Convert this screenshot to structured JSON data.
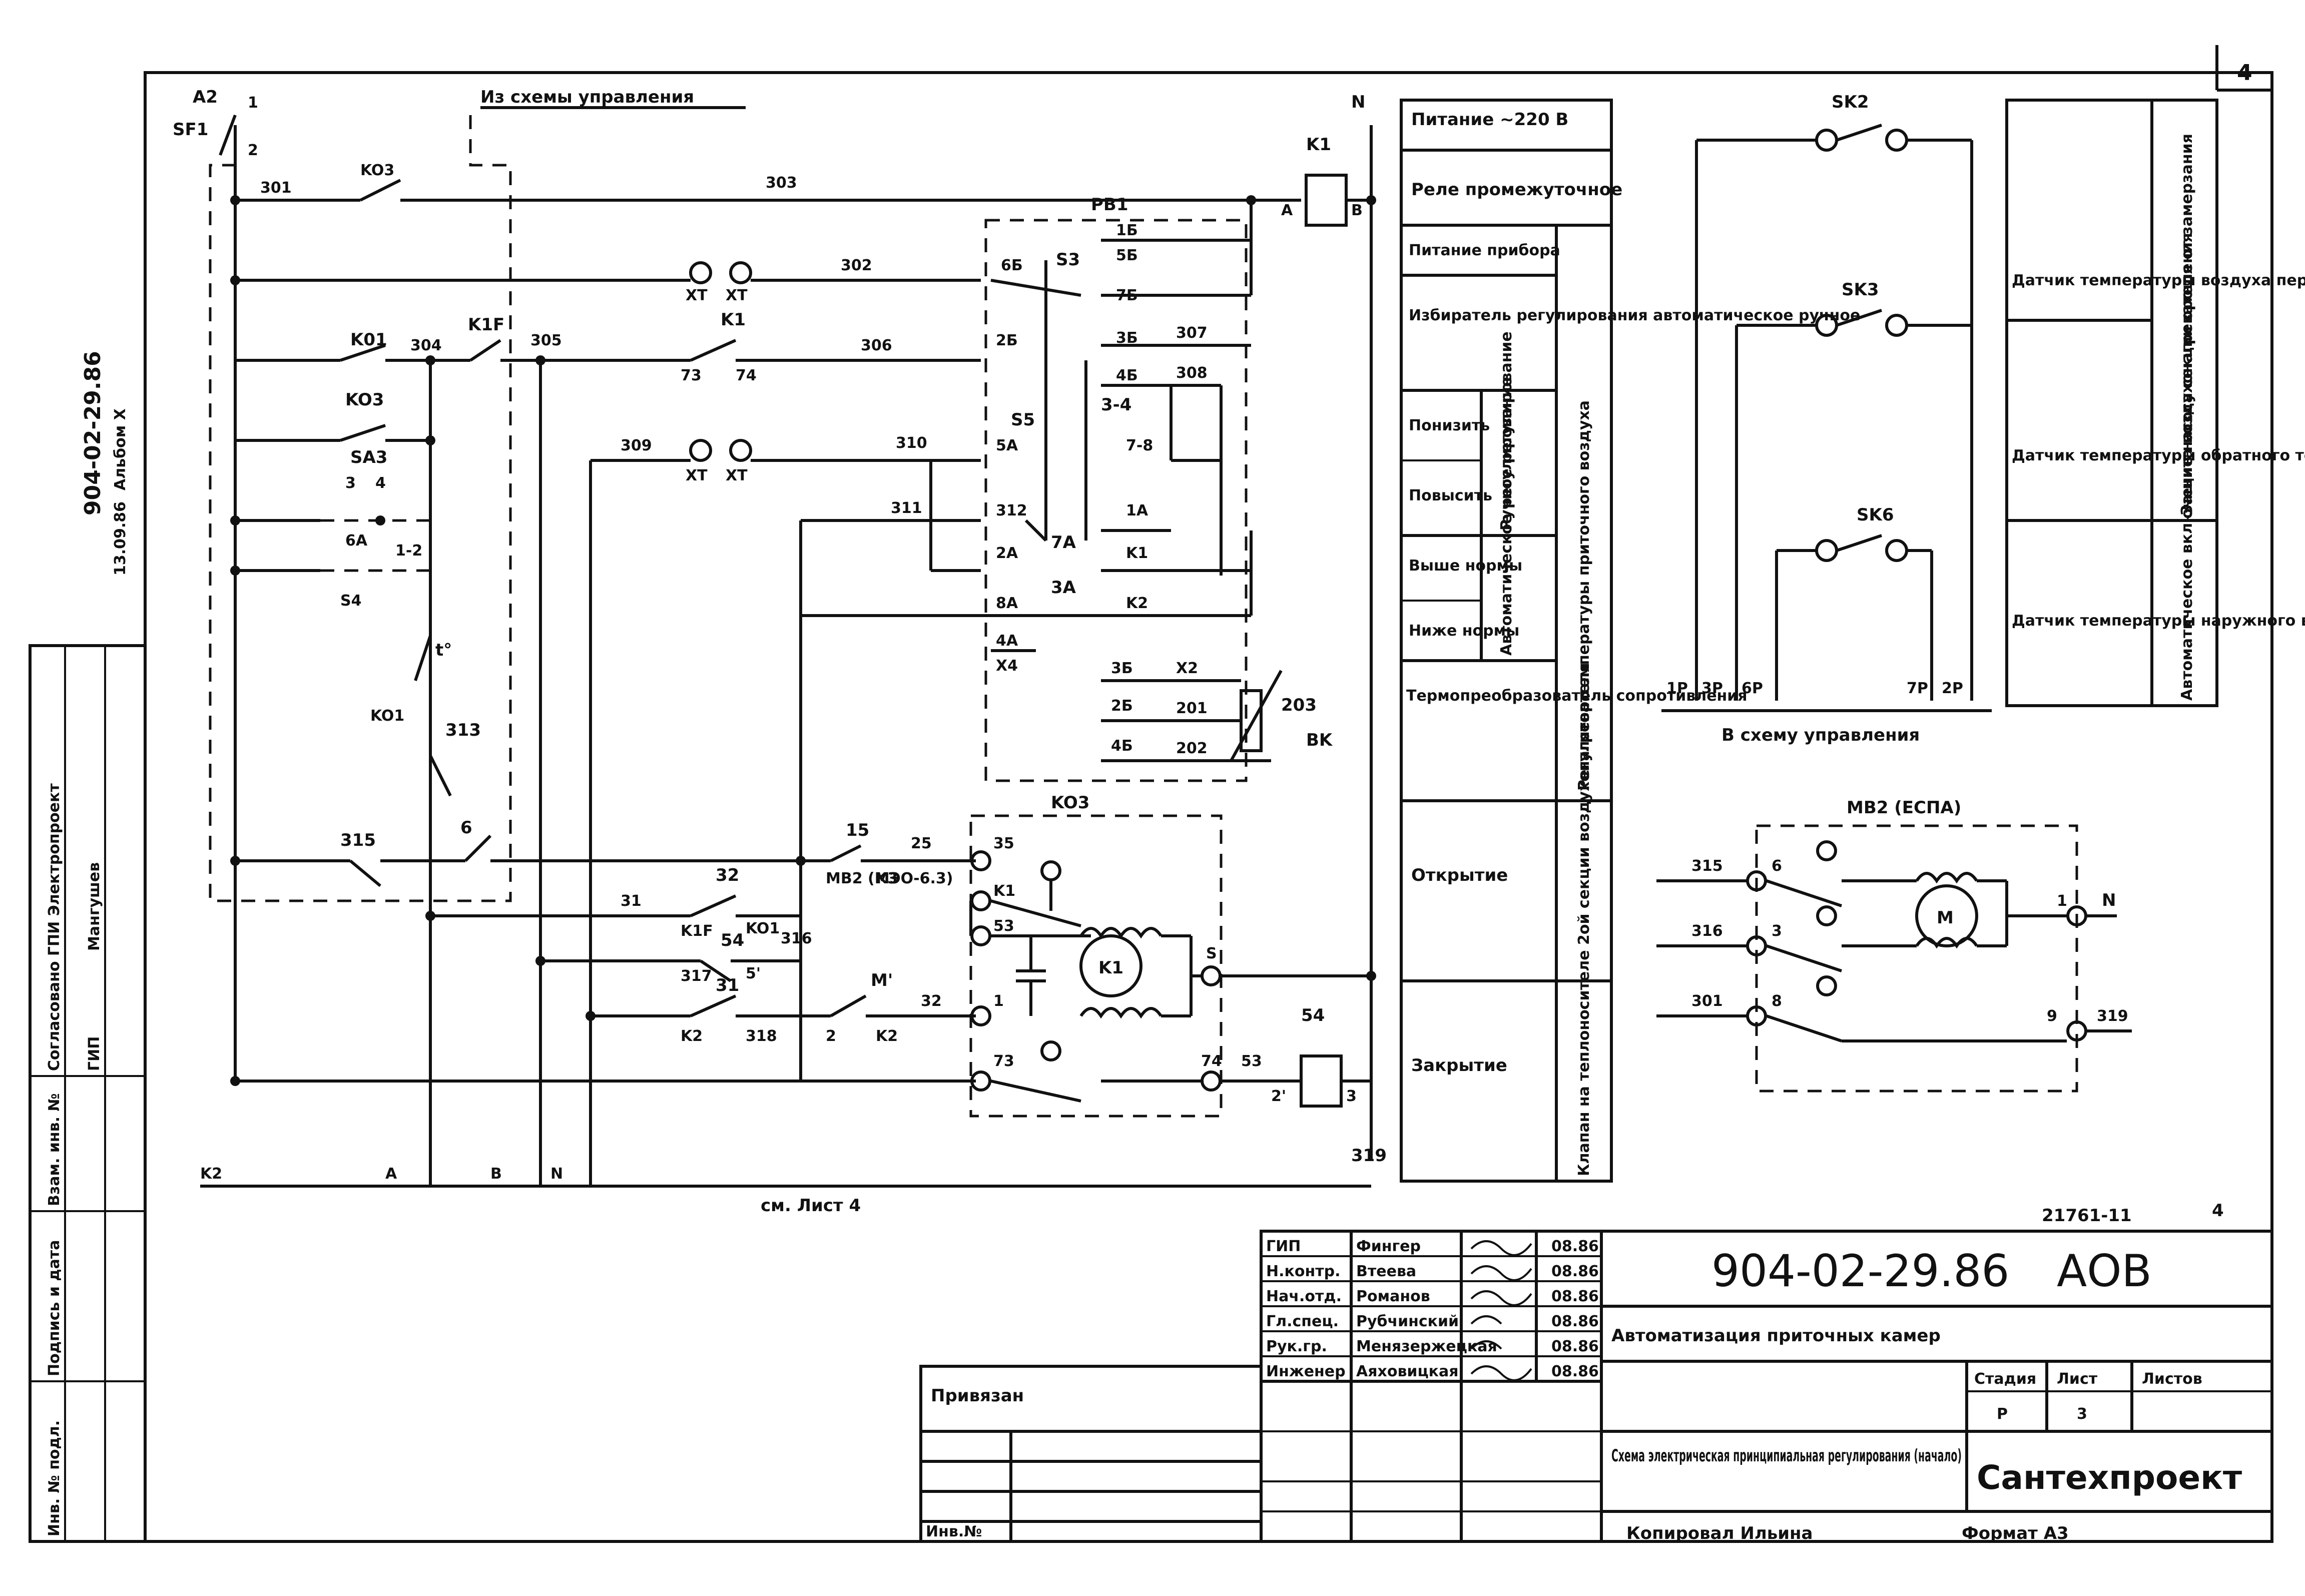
{
  "sheet": {
    "corner_number": "4",
    "page_number": "4",
    "inventory_code": "21761-11",
    "side_code": "904-02-29.86",
    "side_album": "Альбом X",
    "side_note": "13.09.86",
    "bottom_ref": "см. Лист 4"
  },
  "left_strip": {
    "agreed": "Согласовано ГПИ Электропроект",
    "gip": "ГИП",
    "name": "Мангушев",
    "inv_no": "Взам. инв. №",
    "sign_date": "Подпись и дата",
    "inv_orig": "Инв. № подл."
  },
  "schematic": {
    "title": "Из схемы управления",
    "labels": [
      "A2",
      "SF1",
      "1",
      "2",
      "N",
      "301",
      "KO3",
      "303",
      "K1",
      "A",
      "B",
      "PB1",
      "1Б",
      "5Б",
      "7Б",
      "3Б",
      "4Б",
      "302",
      "XT",
      "XT",
      "6Б",
      "S3",
      "K01",
      "304",
      "K1F",
      "305",
      "K1",
      "73",
      "74",
      "306",
      "2Б",
      "307",
      "308",
      "KO3",
      "SA3",
      "3",
      "4",
      "309",
      "310",
      "S5",
      "5A",
      "6A",
      "S4",
      "1-2",
      "7-8",
      "3-4",
      "311",
      "312",
      "1A",
      "2A",
      "7A",
      "K1",
      "8A",
      "3A",
      "K2",
      "4A",
      "X4",
      "X2",
      "201",
      "202",
      "203",
      "BK",
      "t°",
      "KO1",
      "313",
      "KO3",
      "15",
      "25",
      "35",
      "MB2 (МЭО-6.3)",
      "K3",
      "315",
      "6",
      "31",
      "32",
      "K1F",
      "KO1",
      "316",
      "K1",
      "53",
      "54",
      "317",
      "5'",
      "S",
      "K1",
      "31",
      "32",
      "1",
      "M'",
      "K2",
      "318",
      "2",
      "K2",
      "73",
      "74",
      "53",
      "54",
      "2'",
      "3",
      "319",
      "K2",
      "A",
      "B",
      "N",
      "301",
      "316",
      "305",
      "309"
    ]
  },
  "legend": {
    "power_220": "Питание ~220 В",
    "relay": "Реле промежуточное",
    "power_device": "Питание прибора",
    "selector": "Избиратель регулирования автоматическое ручное",
    "lower": "Понизить",
    "raise": "Повысить",
    "manual": "Ручное регулирование",
    "above": "Выше нормы",
    "below": "Ниже нормы",
    "auto": "Автоматическое регулирование",
    "converter": "Термопреобразователь сопротивления",
    "regulator": "Регулятор температуры приточного воздуха",
    "opening": "Открытие",
    "closing": "Закрытие",
    "valve": "Клапан на теплоносителе 2ой секции воздухонагревателя"
  },
  "sensors": {
    "sk2": "SK2",
    "sk3": "SK3",
    "sk6": "SK6",
    "terminals": [
      "1Р",
      "3Р",
      "6Р",
      "7Р",
      "2Р"
    ],
    "to_control": "В схему управления",
    "d1": "Датчик температуры воздуха перед воздухонагревателем",
    "d2": "Датчик температуры обратного теплоносителя",
    "d3": "Датчик температуры наружного воздуха",
    "protect": "Защита воздухонагревателя от замерзания",
    "pump": "Автоматическое включение насоса секции орошения"
  },
  "espa": {
    "title": "МВ2 (ЕСПА)",
    "labels": [
      "315",
      "6",
      "316",
      "3",
      "301",
      "8",
      "M",
      "1",
      "N",
      "9",
      "319"
    ]
  },
  "title_block": {
    "roles": [
      "ГИП",
      "Н.контр.",
      "Нач.отд.",
      "Гл.спец.",
      "Рук.гр.",
      "Инженер"
    ],
    "names": [
      "Фингер",
      "Втеева",
      "Романов",
      "Рубчинский",
      "Менязержецкая",
      "Аяховицкая"
    ],
    "dates": [
      "08.86",
      "08.86",
      "08.86",
      "08.86",
      "08.86",
      "08.86"
    ],
    "code": "904-02-29.86",
    "code_suffix": "АОВ",
    "project": "Автоматизация приточных камер",
    "stage_h": "Стадия",
    "sheet_h": "Лист",
    "sheets_h": "Листов",
    "stage": "Р",
    "sheet": "3",
    "drawing_title": "Схема электрическая принципиальная регулирования (начало)",
    "org": "Сантехпроект",
    "privyazan": "Привязан",
    "inv_no": "Инв.№",
    "copied": "Копировал Ильина",
    "format": "Формат А3"
  }
}
